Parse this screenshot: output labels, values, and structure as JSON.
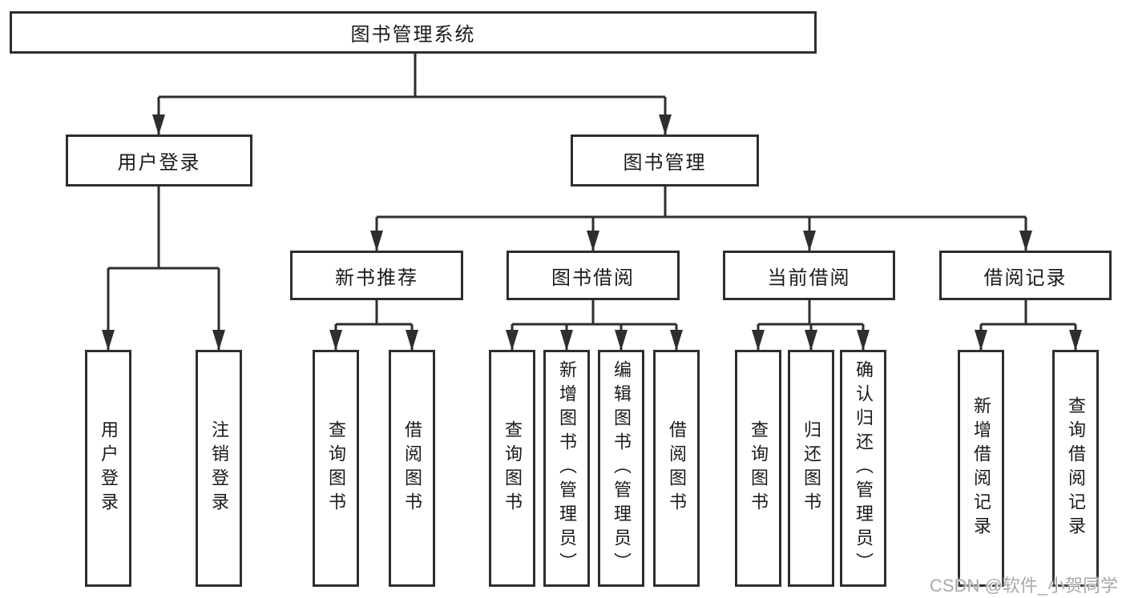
{
  "root": {
    "label": "图书管理系统"
  },
  "branches": [
    {
      "label": "用户登录",
      "leaves": [
        {
          "label": "用户登录"
        },
        {
          "label": "注销登录"
        }
      ]
    },
    {
      "label": "图书管理",
      "sections": [
        {
          "label": "新书推荐",
          "leaves": [
            {
              "label": "查询图书"
            },
            {
              "label": "借阅图书"
            }
          ]
        },
        {
          "label": "图书借阅",
          "leaves": [
            {
              "label": "查询图书"
            },
            {
              "label": "新增图书（管理员）"
            },
            {
              "label": "编辑图书（管理员）"
            },
            {
              "label": "借阅图书"
            }
          ]
        },
        {
          "label": "当前借阅",
          "leaves": [
            {
              "label": "查询图书"
            },
            {
              "label": "归还图书"
            },
            {
              "label": "确认归还（管理员）"
            }
          ]
        },
        {
          "label": "借阅记录",
          "leaves": [
            {
              "label": "新增借阅记录"
            },
            {
              "label": "查询借阅记录"
            }
          ]
        }
      ]
    }
  ],
  "watermark": {
    "text": "CSDN @软件_小贺同学"
  },
  "colors": {
    "line": "#2e2e2e",
    "text": "#1a1a1a",
    "watermark": "#a9a9a9",
    "background": "#ffffff"
  }
}
